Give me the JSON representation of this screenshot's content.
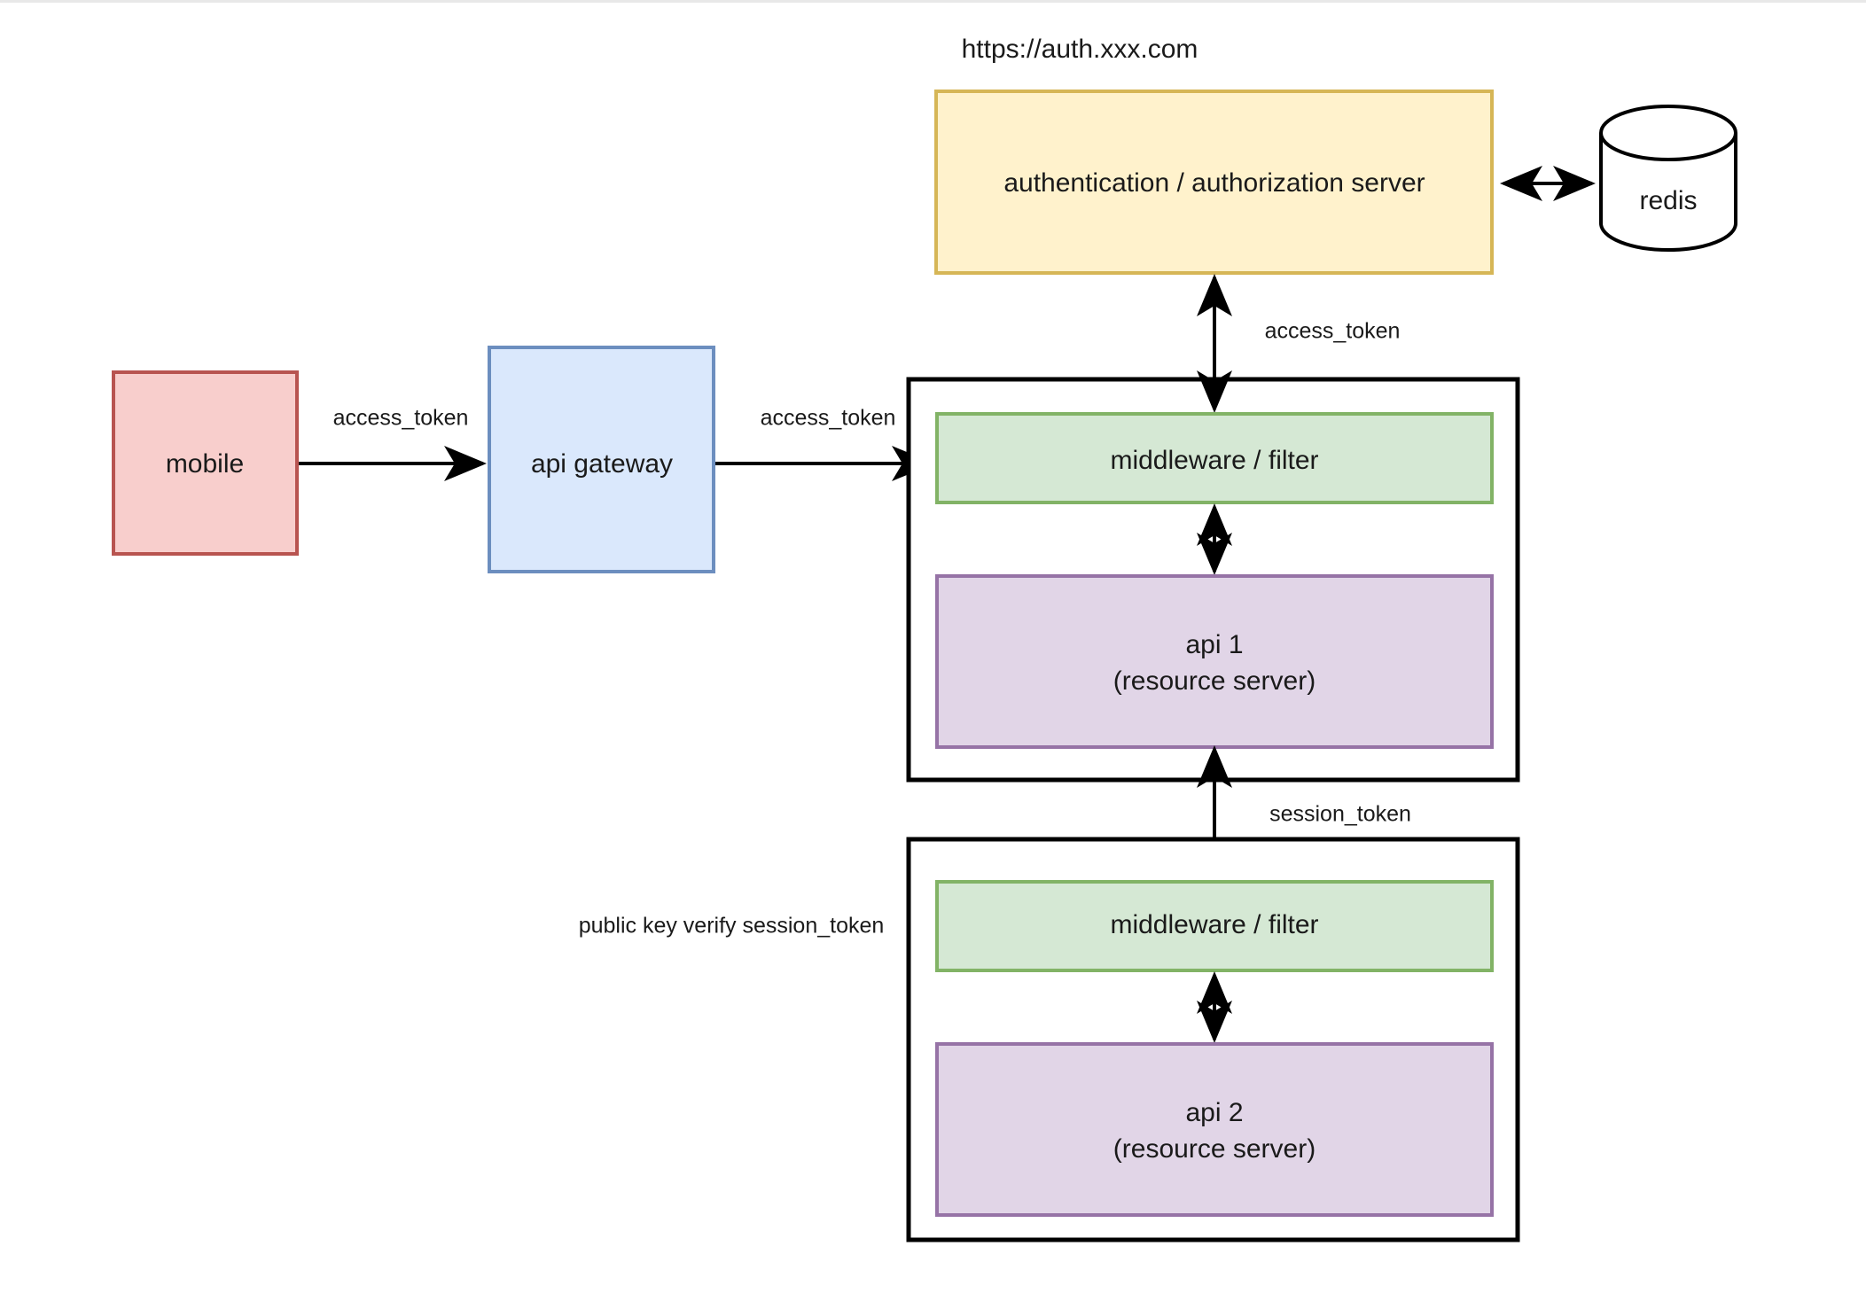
{
  "diagram": {
    "title_label": "https://auth.xxx.com",
    "background": "#ffffff",
    "nodes": {
      "mobile": {
        "label": "mobile",
        "fill": "#f8cecc",
        "stroke": "#b85450",
        "shape": "rectangle"
      },
      "api_gateway": {
        "label": "api gateway",
        "fill": "#dae8fc",
        "stroke": "#6c8ebf",
        "shape": "rectangle"
      },
      "auth_server": {
        "label": "authentication / authorization server",
        "fill": "#fff2cc",
        "stroke": "#d6b656",
        "shape": "rectangle"
      },
      "redis": {
        "label": "redis",
        "fill": "#ffffff",
        "stroke": "#000000",
        "shape": "cylinder"
      },
      "middleware_1": {
        "label": "middleware / filter",
        "fill": "#d5e8d4",
        "stroke": "#82b366",
        "shape": "rectangle"
      },
      "api_1": {
        "label_line1": "api 1",
        "label_line2": "(resource server)",
        "fill": "#e1d5e7",
        "stroke": "#9673a6",
        "shape": "rectangle"
      },
      "middleware_2": {
        "label": "middleware / filter",
        "fill": "#d5e8d4",
        "stroke": "#82b366",
        "shape": "rectangle"
      },
      "api_2": {
        "label_line1": "api 2",
        "label_line2": "(resource server)",
        "fill": "#e1d5e7",
        "stroke": "#9673a6",
        "shape": "rectangle"
      },
      "service_container_1": {
        "fill": "#ffffff",
        "stroke": "#000000",
        "shape": "rectangle"
      },
      "service_container_2": {
        "fill": "#ffffff",
        "stroke": "#000000",
        "shape": "rectangle"
      }
    },
    "edges": {
      "mobile_to_gateway": {
        "label": "access_token",
        "direction": "forward"
      },
      "gateway_to_middleware1": {
        "label": "access_token",
        "direction": "forward"
      },
      "auth_to_middleware1": {
        "label": "access_token",
        "direction": "both"
      },
      "auth_to_redis": {
        "label": "",
        "direction": "both"
      },
      "middleware1_to_api1": {
        "label": "",
        "direction": "both"
      },
      "api1_to_middleware2": {
        "label": "session_token",
        "direction": "both"
      },
      "middleware2_to_api2": {
        "label": "",
        "direction": "both"
      }
    },
    "annotations": {
      "public_key_note": "public key verify session_token"
    }
  }
}
